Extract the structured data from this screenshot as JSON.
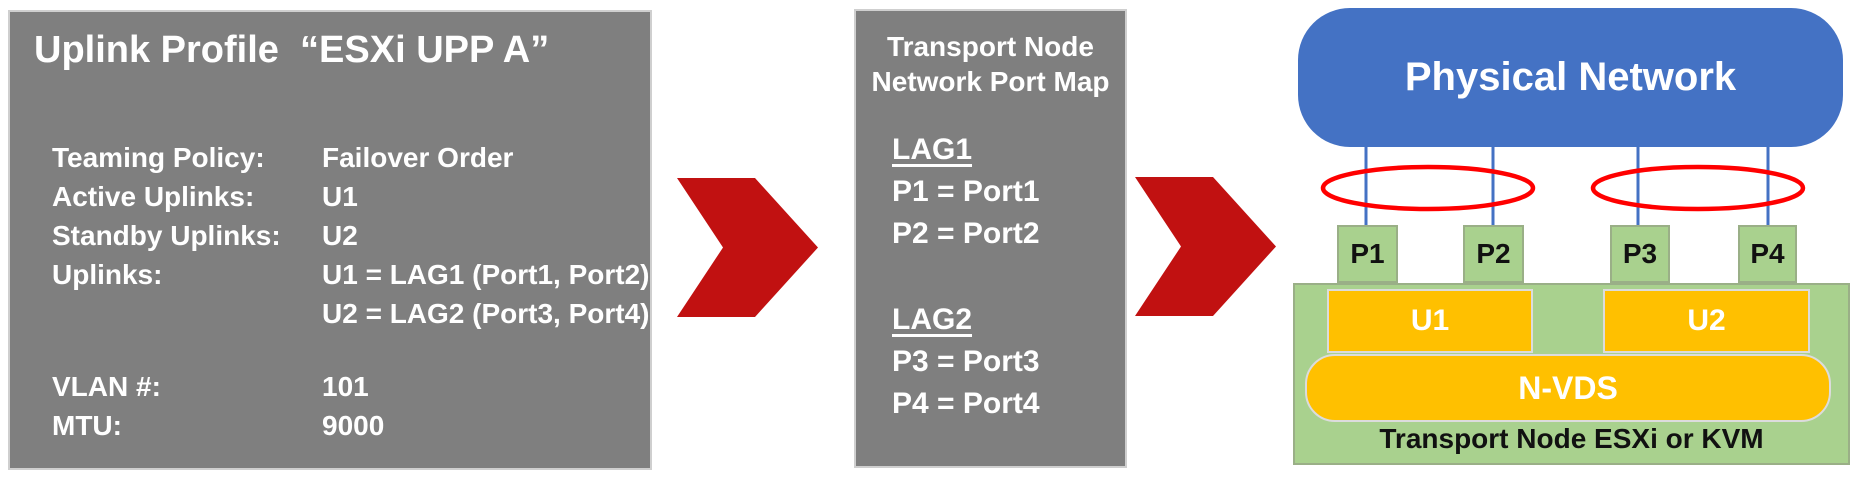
{
  "left_panel": {
    "title": "Uplink Profile  “ESXi UPP A”",
    "rows": [
      {
        "label": "Teaming Policy:",
        "value": "Failover Order"
      },
      {
        "label": "Active Uplinks:",
        "value": "U1"
      },
      {
        "label": "Standby Uplinks:",
        "value": "U2"
      },
      {
        "label": "Uplinks:",
        "value": "U1 = LAG1 (Port1, Port2)"
      },
      {
        "label": "",
        "value": "U2 = LAG2 (Port3, Port4)"
      },
      {
        "label": "VLAN #:",
        "value": "101"
      },
      {
        "label": "MTU:",
        "value": "9000"
      }
    ]
  },
  "middle_panel": {
    "title_line1": "Transport Node",
    "title_line2": "Network Port Map",
    "groups": [
      {
        "heading": "LAG1",
        "entries": [
          "P1 = Port1",
          "P2 = Port2"
        ]
      },
      {
        "heading": "LAG2",
        "entries": [
          "P3 = Port3",
          "P4 = Port4"
        ]
      }
    ]
  },
  "diagram": {
    "physical_network_label": "Physical Network",
    "ports": [
      "P1",
      "P2",
      "P3",
      "P4"
    ],
    "uplinks": [
      "U1",
      "U2"
    ],
    "nvds_label": "N-VDS",
    "transport_node_label": "Transport Node ESXi or KVM"
  },
  "colors": {
    "panel_gray": "#7F7F7F",
    "arrow_red": "#C11111",
    "lag_ellipse_red": "#FF0000",
    "network_blue": "#4472C4",
    "node_green": "#A9D18E",
    "uplink_orange": "#FFC000",
    "text_white": "#FFFFFF",
    "text_black": "#111111"
  }
}
